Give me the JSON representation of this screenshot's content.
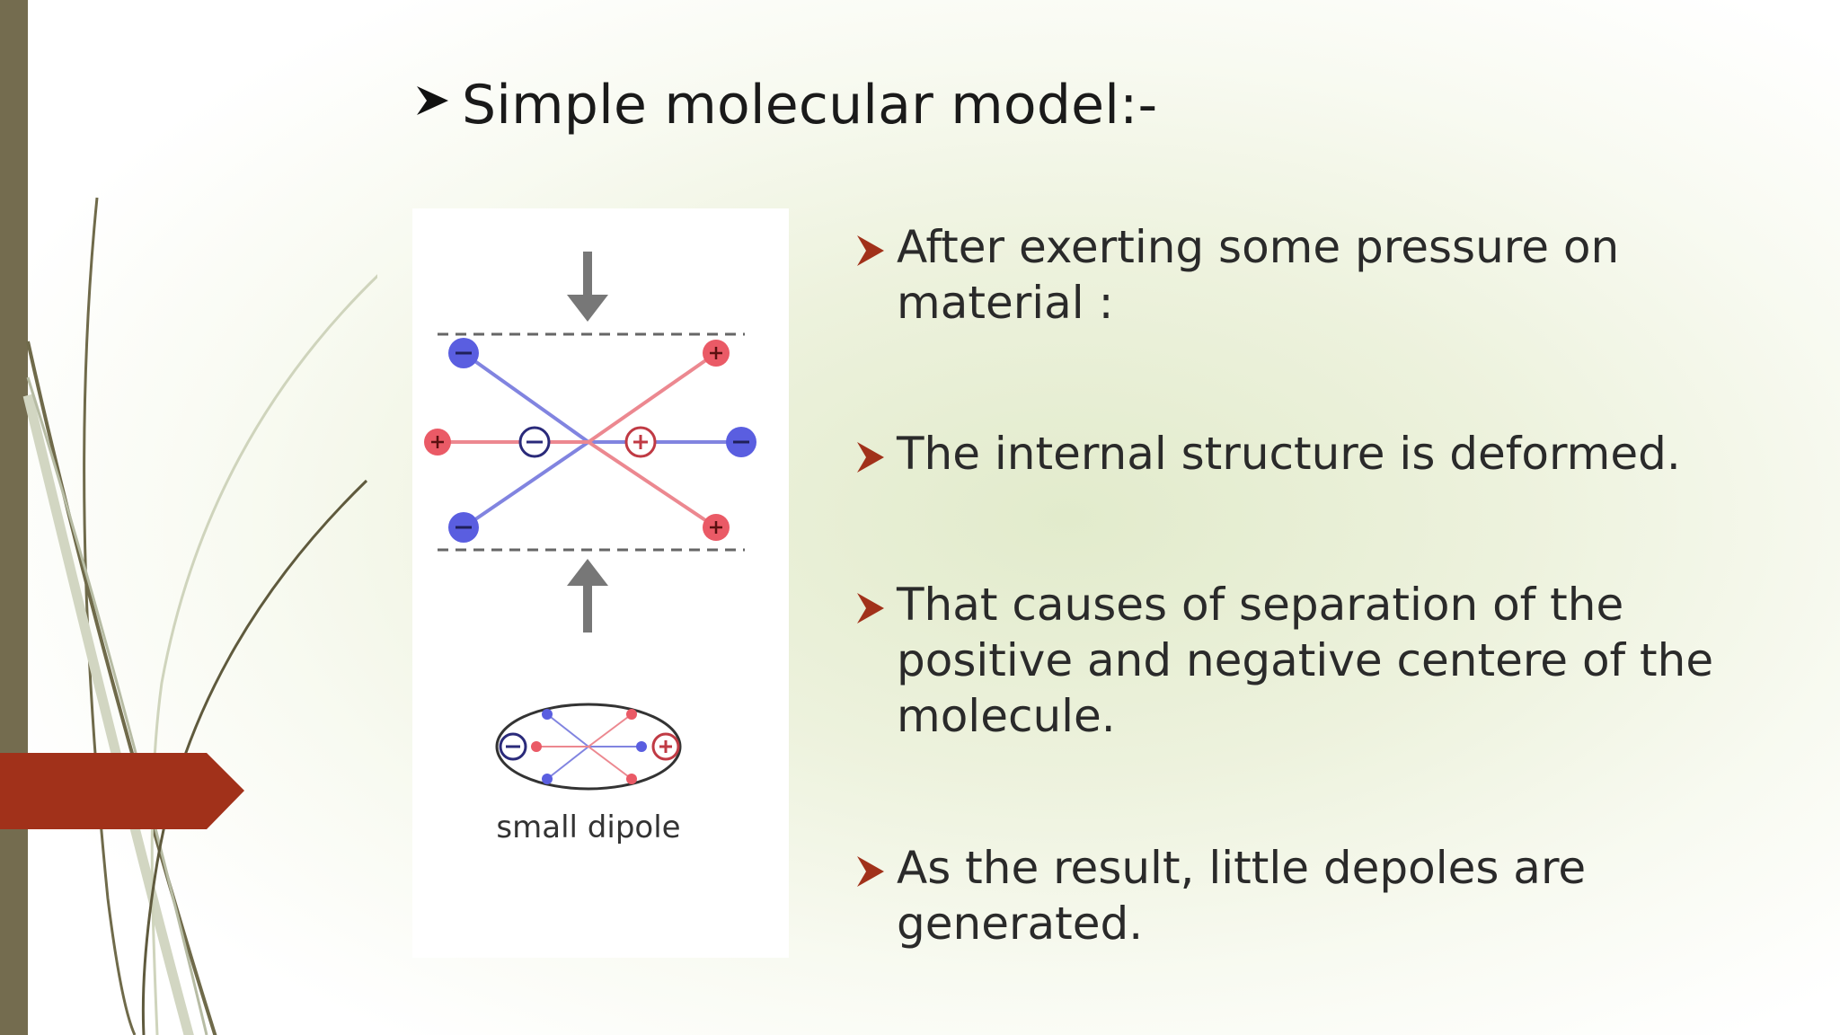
{
  "slide": {
    "title": "Simple molecular model:-",
    "title_bullet_icon": "arrow-bullet-icon",
    "bullets": [
      {
        "icon": "red-arrow-bullet-icon",
        "text": "After exerting some pressure on material :"
      },
      {
        "icon": "red-arrow-bullet-icon",
        "text": "The internal structure is deformed."
      },
      {
        "icon": "red-arrow-bullet-icon",
        "text": "That causes of separation of the positive and negative centere of the molecule."
      },
      {
        "icon": "red-arrow-bullet-icon",
        "text": "As the result, little depoles are generated."
      }
    ],
    "figure": {
      "caption": "small dipole",
      "negative_color": "#5a5ee0",
      "positive_color": "#ea5a66"
    },
    "colors": {
      "left_bar": "#746c4f",
      "accent_red": "#a1311a",
      "background": "#e8efd6"
    }
  }
}
